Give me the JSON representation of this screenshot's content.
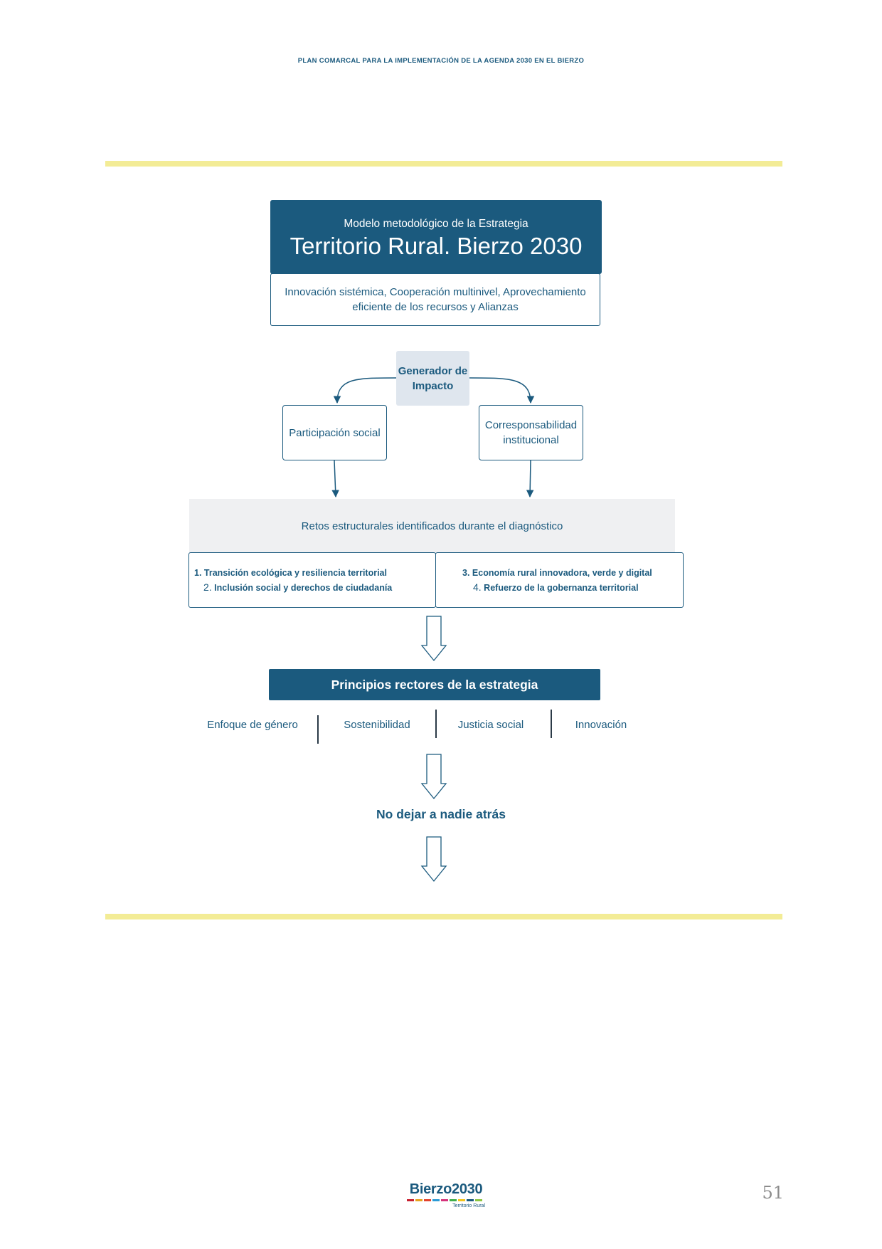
{
  "header": {
    "running_title": "PLAN COMARCAL PARA LA IMPLEMENTACIÓN DE LA AGENDA 2030 EN EL BIERZO"
  },
  "model": {
    "subtitle": "Modelo metodológico de la Estrategia",
    "title": "Territorio Rural. Bierzo 2030",
    "description": "Innovación sistémica, Cooperación multinivel, Aprovechamiento eficiente de los recursos y Alianzas"
  },
  "generator": {
    "label": "Generador de Impacto",
    "left_node": "Participación social",
    "right_node": "Corresponsabilidad institucional"
  },
  "challenges": {
    "band_label": "Retos estructurales identificados durante el diagnóstico",
    "items": [
      {
        "num": "1.",
        "text": "Transición ecológica y resiliencia territorial"
      },
      {
        "num": "2.",
        "text": "Inclusión social y derechos de ciudadanía"
      },
      {
        "num": "3.",
        "text": "Economía rural innovadora, verde y digital"
      },
      {
        "num": "4.",
        "text": "Refuerzo de la gobernanza territorial"
      }
    ]
  },
  "principles": {
    "title": "Principios rectores de la estrategia",
    "items": [
      "Enfoque de género",
      "Sostenibilidad",
      "Justicia social",
      "Innovación"
    ]
  },
  "closing": "No dejar a nadie atrás",
  "footer": {
    "logo_text": "Bierzo2030",
    "logo_subtext": "Territorio Rural",
    "page_number": "51",
    "logo_stripe_colors": [
      "#c8202f",
      "#e8a21b",
      "#e3432d",
      "#2b9bd6",
      "#d6337c",
      "#3fae49",
      "#f2c31b",
      "#1b5a7e",
      "#8cc63f"
    ]
  },
  "colors": {
    "primary": "#1b5a7e",
    "rule": "#f3ec96",
    "band": "#eff0f2",
    "generator_bg": "#dfe6ee"
  }
}
